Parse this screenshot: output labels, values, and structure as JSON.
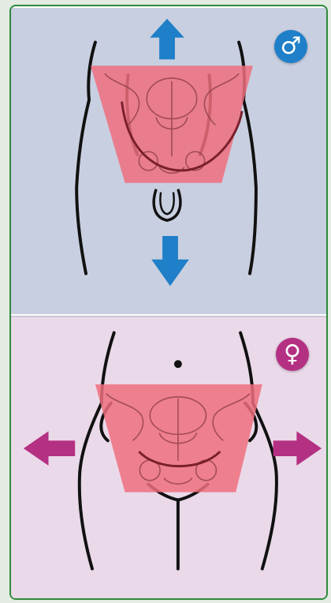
{
  "colors": {
    "frame_border": "#2f8a3c",
    "male_background": "#c8cfe0",
    "female_background": "#ead9e9",
    "male_arrow": "#1f7fc8",
    "female_arrow": "#b43082",
    "pelvis_fill": "#ef6f7e",
    "outline": "#111111"
  },
  "male_panel": {
    "badge_symbol": "♂",
    "badge_color": "#1f7fc8",
    "arrows": [
      "up",
      "down"
    ]
  },
  "female_panel": {
    "badge_symbol": "♀",
    "badge_color": "#b43082",
    "arrows": [
      "left",
      "right"
    ]
  },
  "icons": [
    "male-symbol-icon",
    "female-symbol-icon",
    "arrow-up-icon",
    "arrow-down-icon",
    "arrow-left-icon",
    "arrow-right-icon"
  ]
}
